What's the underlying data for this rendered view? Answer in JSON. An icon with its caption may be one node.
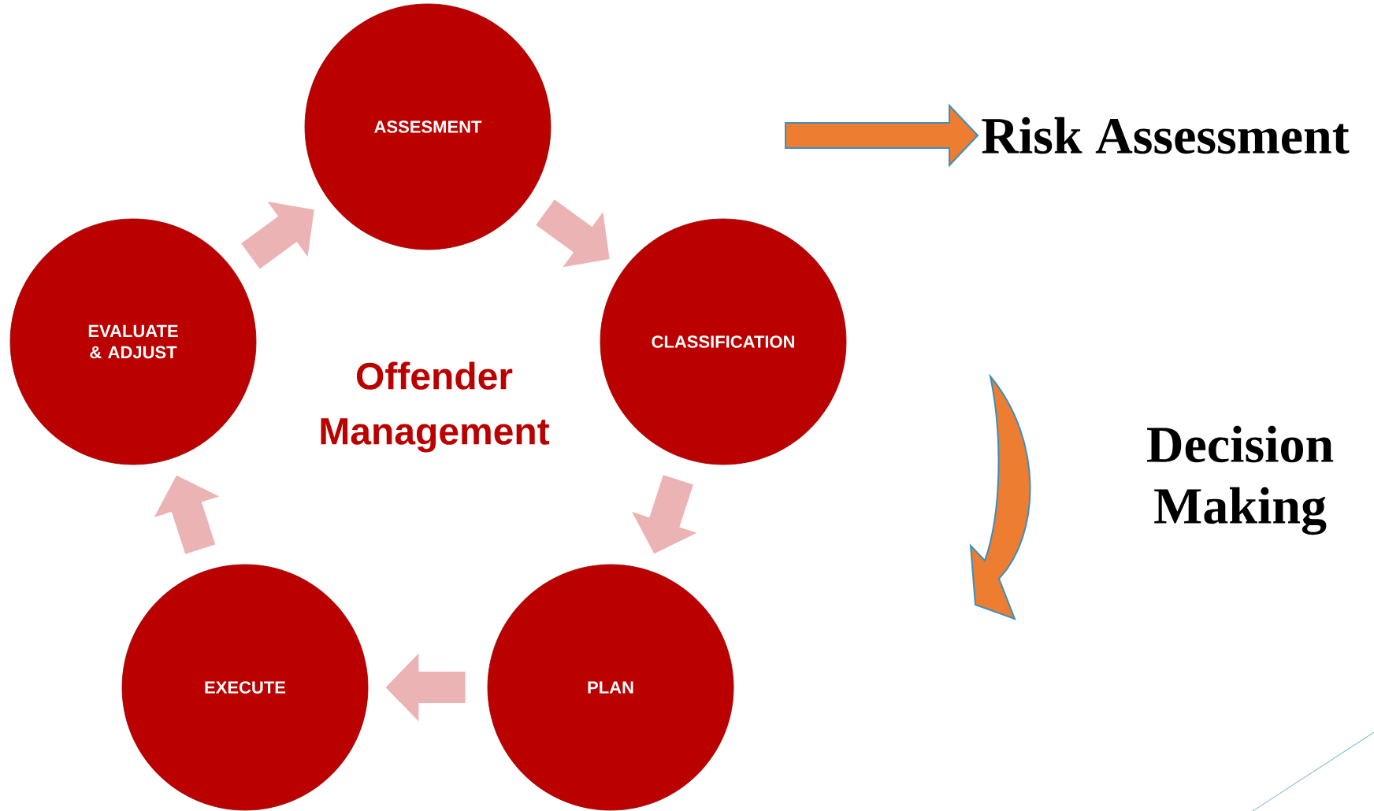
{
  "diagram": {
    "nodes": [
      {
        "text": [
          "ASSESMENT"
        ]
      },
      {
        "text": [
          "CLASSIFICATION"
        ]
      },
      {
        "text": [
          "PLAN"
        ]
      },
      {
        "text": [
          "EXECUTE"
        ]
      },
      {
        "text": [
          "EVALUATE & ADJUST"
        ]
      },
      {
        "text": [
          "Risk Assessment"
        ]
      }
    ],
    "edges": [
      {
        "from": 0,
        "to": 1,
        "arrow": "to"
      },
      {
        "from": 1,
        "to": 2,
        "arrow": "to"
      },
      {
        "from": 2,
        "to": 3,
        "arrow": "to"
      },
      {
        "from": 3,
        "to": 4,
        "arrow": "to"
      },
      {
        "from": 4,
        "to": 0,
        "arrow": "to"
      },
      {
        "from": null,
        "to": 5,
        "arrow": "to",
        "color": "#ed7d31"
      }
    ],
    "labels": [
      "Offender Management",
      "Decision Making"
    ]
  }
}
